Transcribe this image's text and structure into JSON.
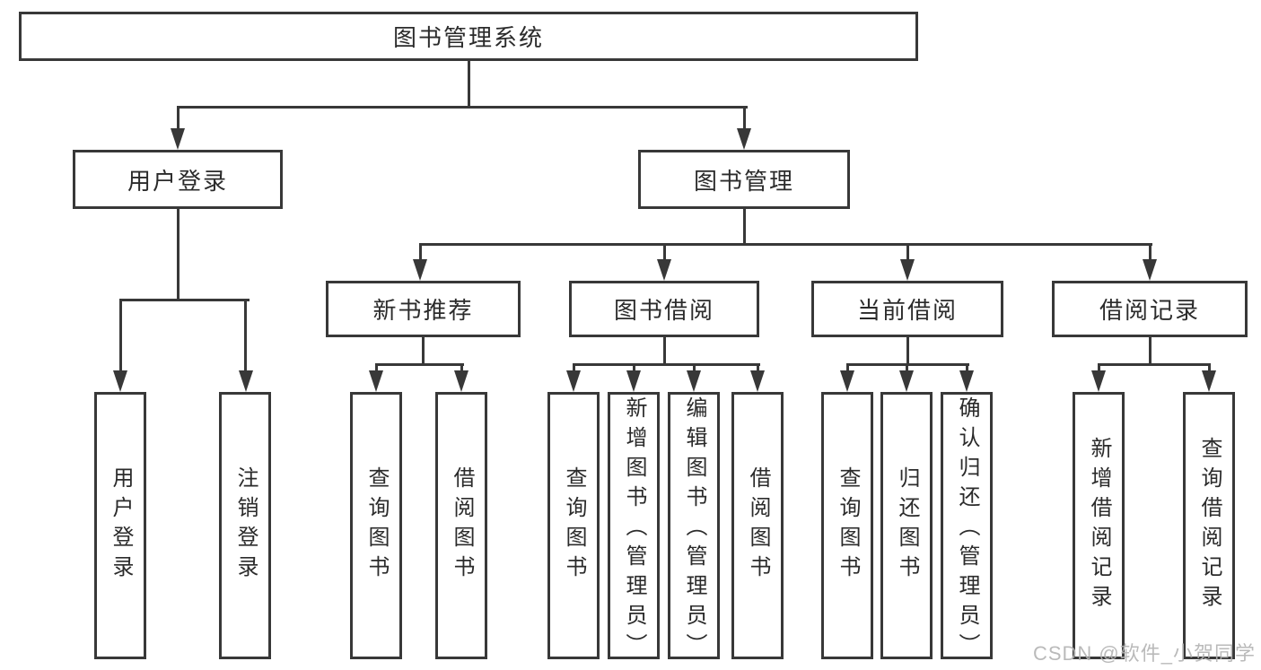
{
  "diagram": {
    "root": {
      "label": "图书管理系统"
    },
    "level2": [
      {
        "id": "user-login",
        "label": "用户登录"
      },
      {
        "id": "book-management",
        "label": "图书管理"
      }
    ],
    "level3": [
      {
        "id": "new-book-recommend",
        "label": "新书推荐"
      },
      {
        "id": "book-borrow",
        "label": "图书借阅"
      },
      {
        "id": "current-borrow",
        "label": "当前借阅"
      },
      {
        "id": "borrow-record",
        "label": "借阅记录"
      }
    ],
    "leaves": [
      {
        "id": "user-login",
        "label": "用户登录"
      },
      {
        "id": "logout-login",
        "label": "注销登录"
      },
      {
        "id": "query-book-recommend",
        "label": "查询图书"
      },
      {
        "id": "borrow-book-recommend",
        "label": "借阅图书"
      },
      {
        "id": "query-book-borrow",
        "label": "查询图书"
      },
      {
        "id": "add-book-admin",
        "label": "新增图书（管理员）"
      },
      {
        "id": "edit-book-admin",
        "label": "编辑图书（管理员）"
      },
      {
        "id": "borrow-book-borrow",
        "label": "借阅图书"
      },
      {
        "id": "query-book-current",
        "label": "查询图书"
      },
      {
        "id": "return-book",
        "label": "归还图书"
      },
      {
        "id": "confirm-return-admin",
        "label": "确认归还（管理员）"
      },
      {
        "id": "add-borrow-record",
        "label": "新增借阅记录"
      },
      {
        "id": "query-borrow-record",
        "label": "查询借阅记录"
      }
    ]
  },
  "watermark": {
    "text": "CSDN @软件_小贺同学"
  },
  "colors": {
    "line": "#383838",
    "box_background": "#ffffff",
    "text": "#2b2b2b",
    "watermark": "#b3b3b3"
  }
}
